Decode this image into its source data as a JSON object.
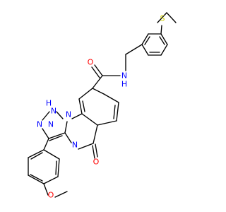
{
  "colors": {
    "background": "#ffffff",
    "bond": "#000000",
    "C": "#000000",
    "N": "#0000ff",
    "O": "#ff0000",
    "S": "#cccc00"
  },
  "labels": {
    "S1": "S",
    "N_amide": "N",
    "H_amide": "H",
    "O_amide": "O",
    "N_H1": "N",
    "H_N1": "H",
    "N_tri2": "N",
    "N_tri3": "N",
    "N_q1": "N",
    "N_q2": "N",
    "O_q": "O",
    "O_me": "O"
  }
}
